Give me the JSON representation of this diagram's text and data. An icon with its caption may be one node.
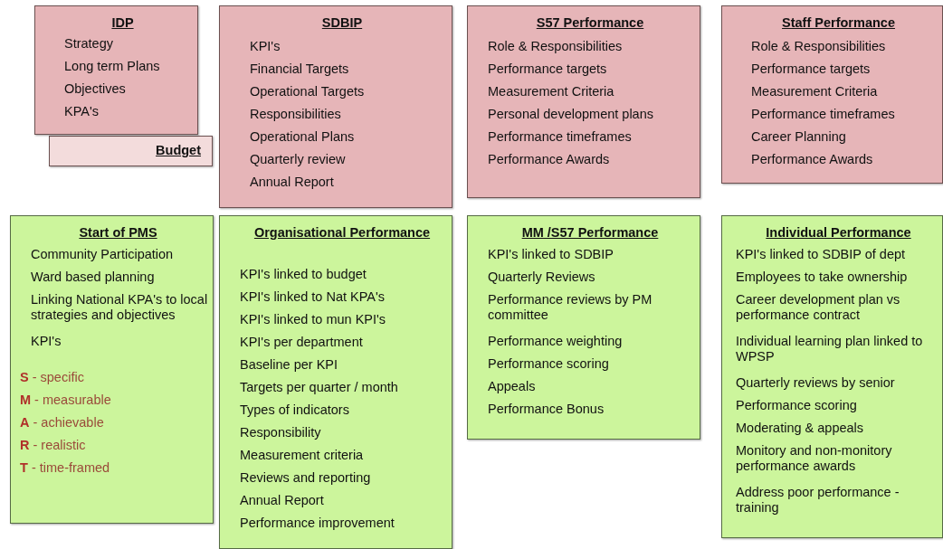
{
  "diagram": {
    "nodes": [
      {
        "text": [
          "IDP",
          "Strategy",
          "Long term Plans",
          "Objectives",
          "KPA's"
        ]
      },
      {
        "text": [
          "Budget"
        ]
      },
      {
        "text": [
          "SDBIP",
          "KPI's",
          "Financial Targets",
          "Operational Targets",
          "Responsibilities",
          "Operational Plans",
          "Quarterly review",
          "Annual Report"
        ]
      },
      {
        "text": [
          "S57 Performance",
          "Role & Responsibilities",
          "Performance targets",
          "Measurement Criteria",
          "Personal development plans",
          "Performance timeframes",
          "Performance Awards"
        ]
      },
      {
        "text": [
          "Staff Performance",
          "Role & Responsibilities",
          "Performance targets",
          "Measurement Criteria",
          "Performance timeframes",
          "Career Planning",
          "Performance Awards"
        ]
      },
      {
        "text": [
          "Start of PMS",
          "Community Participation",
          "Ward based planning",
          "Linking National KPA's to local strategies and objectives",
          "KPI's",
          "**S** - specific",
          "**M** - measurable",
          "**A** - achievable",
          "**R** - realistic",
          "**T** - time-framed"
        ]
      },
      {
        "text": [
          "Organisational Performance",
          "KPI's linked to budget",
          "KPI's linked to Nat KPA's",
          "KPI's linked to mun KPI's",
          "KPI's per department",
          "Baseline per KPI",
          "Targets per quarter / month",
          "Types of indicators",
          "Responsibility",
          "Measurement criteria",
          "Reviews and reporting",
          "Annual Report",
          "Performance improvement"
        ]
      },
      {
        "text": [
          "MM /S57 Performance",
          "KPI's linked to SDBIP",
          "Quarterly Reviews",
          "Performance reviews by PM committee",
          "Performance weighting",
          "Performance scoring",
          "Appeals",
          "Performance Bonus"
        ]
      },
      {
        "text": [
          "Individual Performance",
          "KPI's linked to SDBIP of dept",
          "Employees to take ownership",
          "Career development plan vs performance contract",
          "Individual learning plan linked to WPSP",
          "Quarterly reviews by senior",
          "Performance scoring",
          "Moderating & appeals",
          "Monitory and non-monitory performance awards",
          "Address poor performance - training"
        ]
      }
    ],
    "edges": []
  }
}
